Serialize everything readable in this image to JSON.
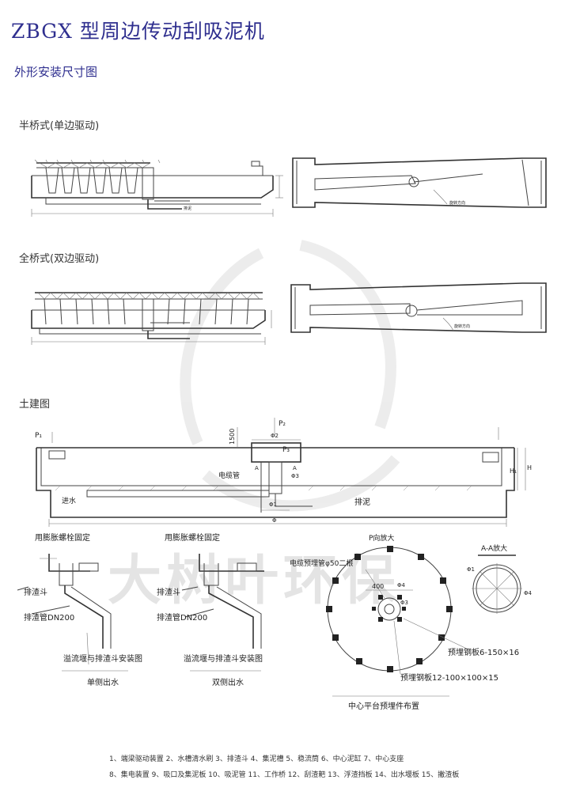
{
  "title": "ZBGX 型周边传动刮吸泥机",
  "subtitle": "外形安装尺寸图",
  "sections": {
    "half_bridge": "半桥式(单边驱动)",
    "full_bridge": "全桥式(双边驱动)",
    "civil": "土建图"
  },
  "labels": {
    "paiai": "排泥",
    "rotation": "旋转方向",
    "p1": "P₁",
    "p2": "P₂",
    "p3": "P₃",
    "dim_1500": "1500",
    "phi2": "Φ2",
    "phi1": "Φ1",
    "phi3": "Φ3",
    "phi": "Φ",
    "a_left": "A",
    "a_right": "A",
    "cable_pipe": "电缆管",
    "inlet": "进水",
    "outlet_sludge": "排泥",
    "h": "H",
    "h1": "H₁",
    "bolt_fix_1": "用膨胀螺栓固定",
    "bolt_fix_2": "用膨胀螺栓固定",
    "slag_hopper_1": "排渣斗",
    "slag_hopper_2": "排渣斗",
    "slag_pipe_1": "排渣管DN200",
    "slag_pipe_2": "排渣管DN200",
    "weir_caption_1": "溢流堰与排渣斗安装图",
    "weir_caption_2": "溢流堰与排渣斗安装图",
    "single_side": "单侧出水",
    "double_side": "双侧出水",
    "p_view": "P向放大",
    "aa_view": "A-A放大",
    "cable_preburied": "电缆预埋管φ50二根",
    "dim_400": "400",
    "phi4": "Φ4",
    "phi3b": "Φ3",
    "phi1b": "Φ1",
    "phi4b": "Φ4",
    "steel_plate_1": "预埋钢板6-150×16",
    "steel_plate_2": "预埋钢板12-100×100×15",
    "center_platform": "中心平台预埋件布置",
    "watermark": "大树叶环保"
  },
  "legend": {
    "line1": "1、端梁驱动装置 2、水槽清水刷 3、排渣斗 4、集泥槽 5、稳流筒 6、中心泥缸 7、中心支座",
    "line2": "8、集电装置 9、吸口及集泥板 10、吸泥管 11、工作桥 12、刮渣耙 13、浮渣挡板 14、出水堰板 15、撇渣板"
  },
  "colors": {
    "title": "#2f2f8f",
    "line": "#444444"
  }
}
